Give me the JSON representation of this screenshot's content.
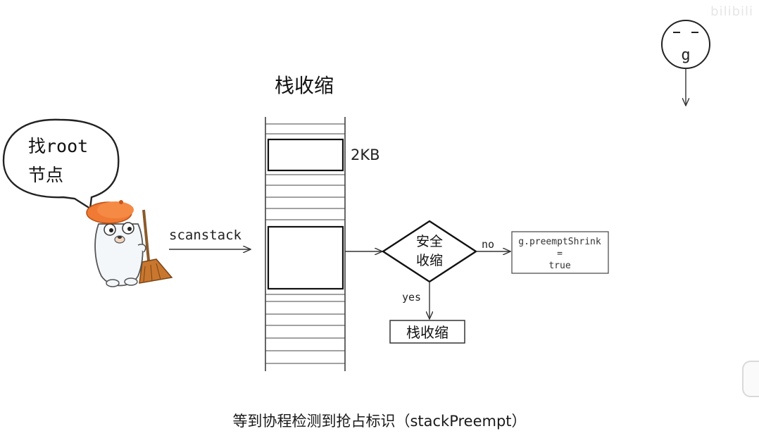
{
  "title": "栈收缩",
  "speech_bubble": {
    "line1": "找root",
    "line2": "节点"
  },
  "arrow_label": "scanstack",
  "size_label": "2KB",
  "decision": {
    "line1": "安全",
    "line2": "收缩"
  },
  "no_label": "no",
  "yes_label": "yes",
  "result_box": {
    "line1": "g.preemptShrink",
    "line2": "=",
    "line3": "true"
  },
  "action_box": "栈收缩",
  "goroutine_label": "g",
  "subtitle": "等到协程检测到抢占标识（stackPreempt）",
  "watermark": "bilibili"
}
